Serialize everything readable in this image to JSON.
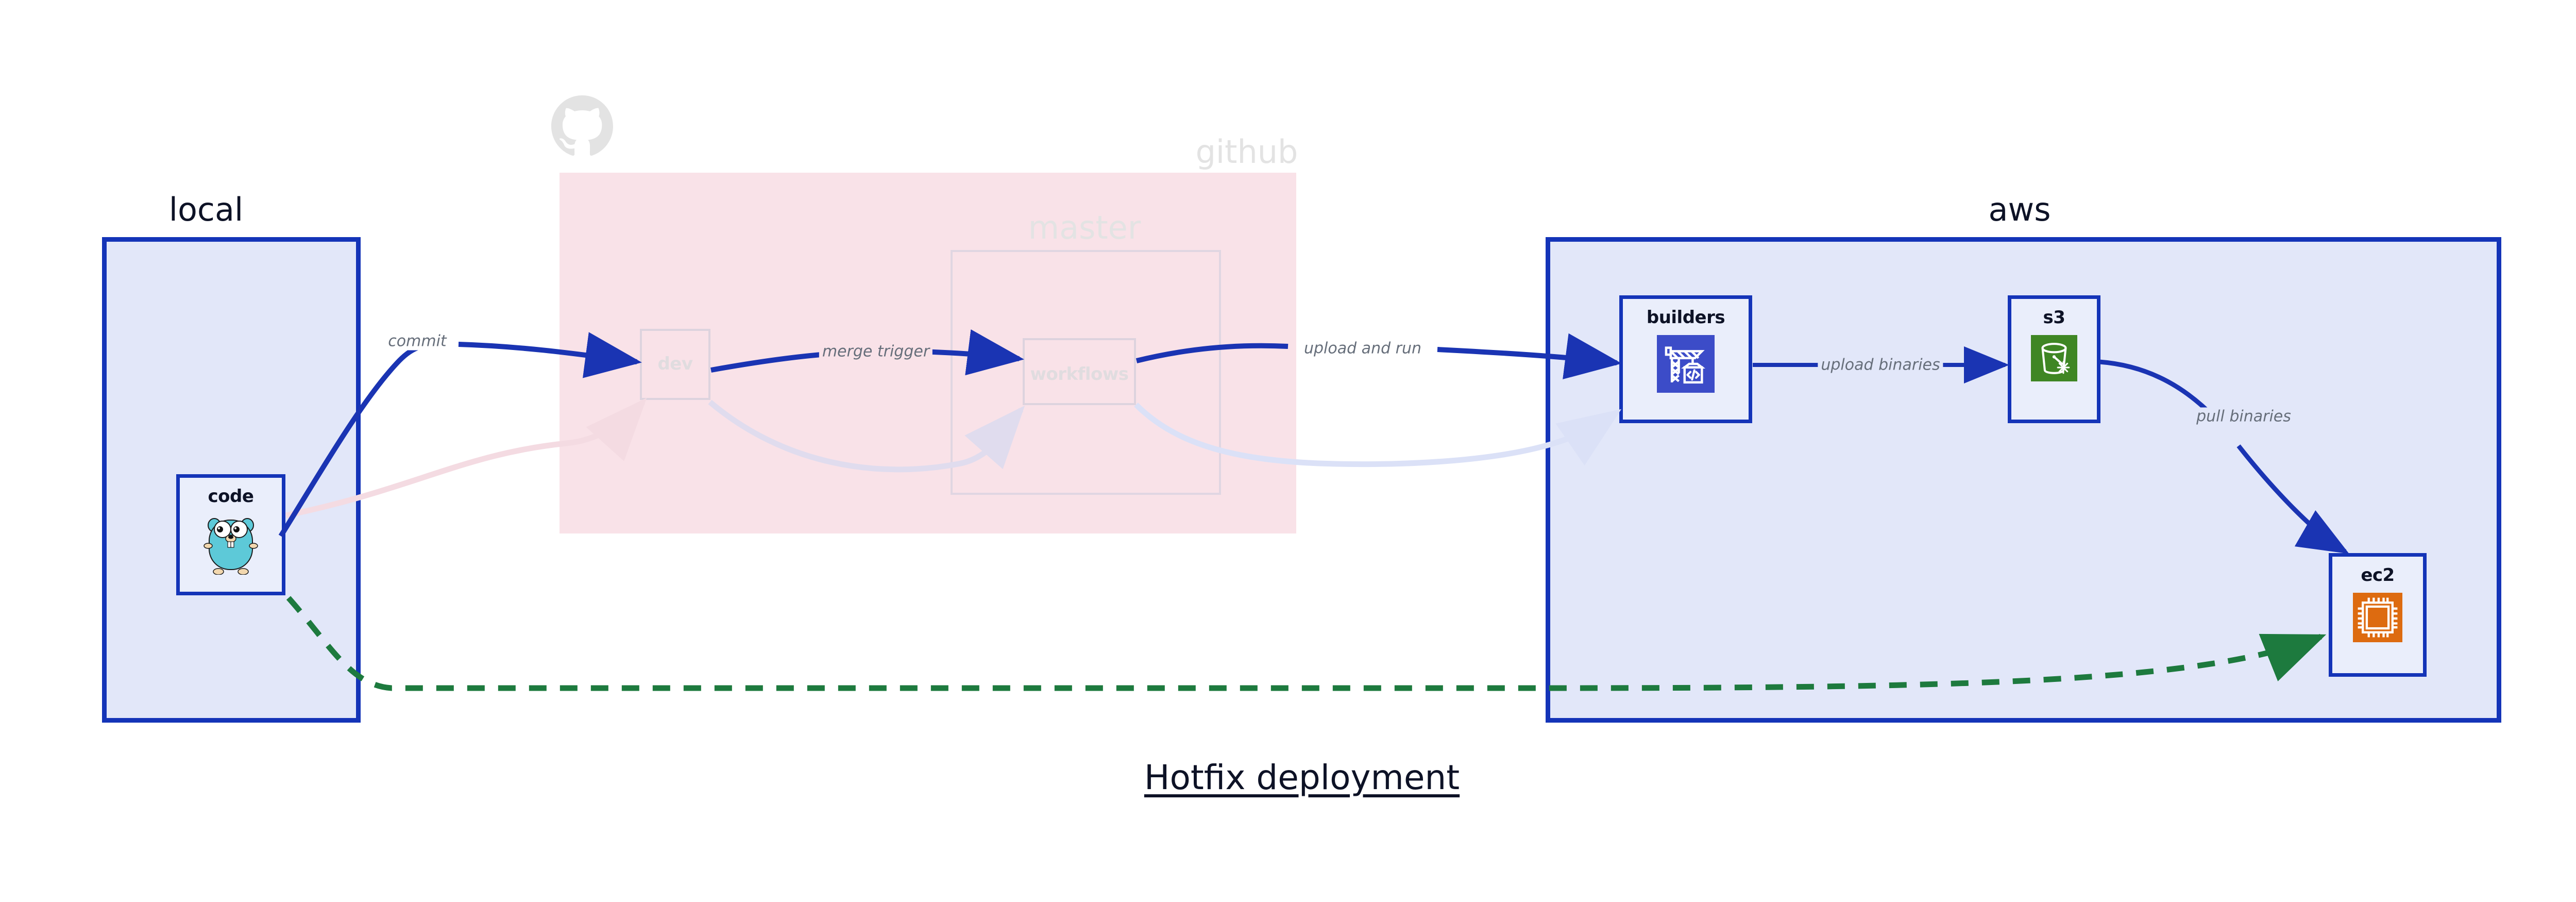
{
  "diagram": {
    "title": "Hotfix deployment",
    "colors": {
      "zone_border_blue": "#1434b8",
      "zone_fill_blue": "#e2e7f9",
      "zone_fill_pink": "#f9e2e8",
      "edge_blue": "#1a34b3",
      "edge_green": "#1d7a3e",
      "edge_label_gray": "#666e7a",
      "codebuild_blue": "#3c4cc8",
      "s3_green": "#3f8624",
      "ec2_orange": "#dd6b10",
      "gopher_cyan": "#5dc9d8",
      "faded_gray": "#e3e3e3"
    },
    "zones": [
      {
        "id": "local",
        "title": "local",
        "style": "solid-blue",
        "nodes": [
          {
            "id": "code",
            "label": "code",
            "icon": "go-gopher-icon"
          }
        ]
      },
      {
        "id": "github",
        "title": "github",
        "style": "faded-pink",
        "logo": "github-octocat-icon",
        "subzones": [
          {
            "id": "master",
            "title": "master"
          }
        ],
        "nodes": [
          {
            "id": "dev",
            "label": "dev",
            "icon": "none"
          },
          {
            "id": "workflows",
            "label": "workflows",
            "icon": "none"
          }
        ]
      },
      {
        "id": "aws",
        "title": "aws",
        "style": "solid-blue",
        "nodes": [
          {
            "id": "builders",
            "label": "builders",
            "icon": "aws-codebuild-icon"
          },
          {
            "id": "s3",
            "label": "s3",
            "icon": "aws-s3-glacier-icon"
          },
          {
            "id": "ec2",
            "label": "ec2",
            "icon": "aws-ec2-chip-icon"
          }
        ]
      }
    ],
    "edges": [
      {
        "id": "commit",
        "from": "code",
        "to": "dev",
        "label": "commit",
        "style": "solid",
        "color": "blue",
        "emphasis": "strong"
      },
      {
        "id": "merge-trigger",
        "from": "dev",
        "to": "workflows",
        "label": "merge trigger",
        "style": "solid",
        "color": "blue",
        "emphasis": "strong"
      },
      {
        "id": "upload-and-run",
        "from": "workflows",
        "to": "builders",
        "label": "upload and run",
        "style": "solid",
        "color": "blue",
        "emphasis": "strong"
      },
      {
        "id": "upload-binaries",
        "from": "builders",
        "to": "s3",
        "label": "upload binaries",
        "style": "solid",
        "color": "blue",
        "emphasis": "strong"
      },
      {
        "id": "pull-binaries",
        "from": "s3",
        "to": "ec2",
        "label": "pull binaries",
        "style": "solid",
        "color": "blue",
        "emphasis": "strong"
      },
      {
        "id": "hotfix-direct",
        "from": "code",
        "to": "ec2",
        "label": "",
        "style": "dashed",
        "color": "green",
        "emphasis": "strong"
      },
      {
        "id": "faded-code-dev",
        "from": "code",
        "to": "dev",
        "label": "",
        "style": "solid",
        "color": "pink-faded",
        "emphasis": "faded"
      },
      {
        "id": "faded-dev-workflows",
        "from": "dev",
        "to": "workflows",
        "label": "",
        "style": "solid",
        "color": "violet-faded",
        "emphasis": "faded"
      },
      {
        "id": "faded-workflows-builders",
        "from": "workflows",
        "to": "builders",
        "label": "",
        "style": "solid",
        "color": "blue-faded",
        "emphasis": "faded"
      }
    ]
  }
}
